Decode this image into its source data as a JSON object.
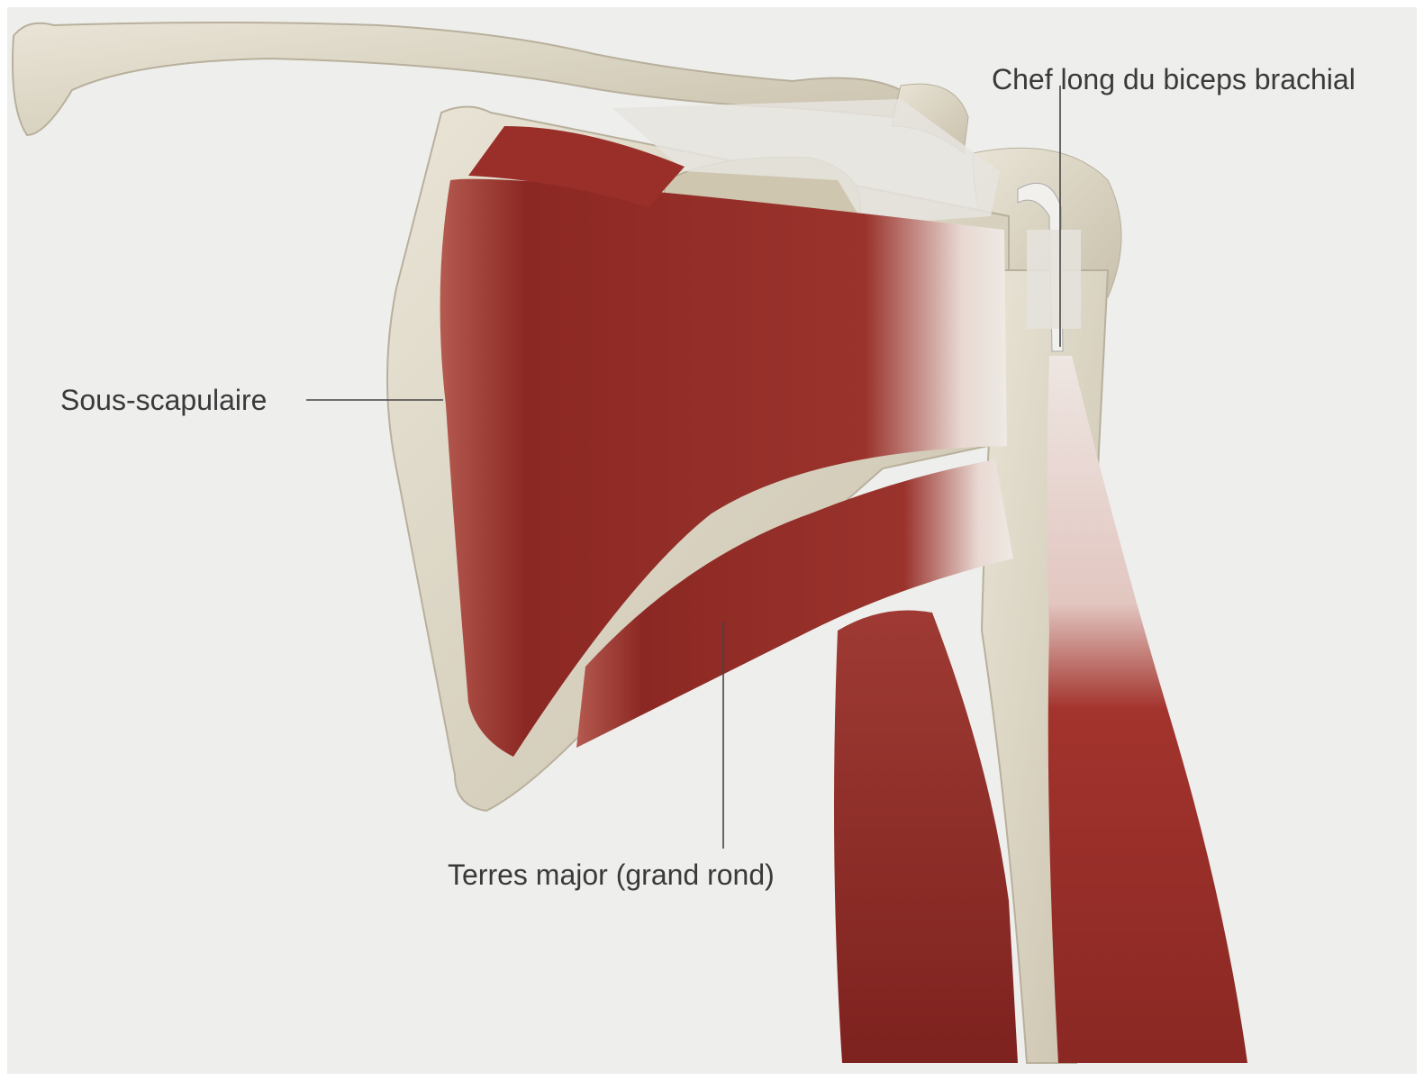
{
  "labels": {
    "biceps_long_head": "Chef long du biceps brachial",
    "subscapularis": "Sous-scapulaire",
    "teres_major": "Terres major (grand rond)"
  },
  "colors": {
    "background": "#eeeeec",
    "bone": "#ddd6c4",
    "muscle": "#8e2a25",
    "tendon": "#e6e4df",
    "text": "#3a3a3a"
  }
}
